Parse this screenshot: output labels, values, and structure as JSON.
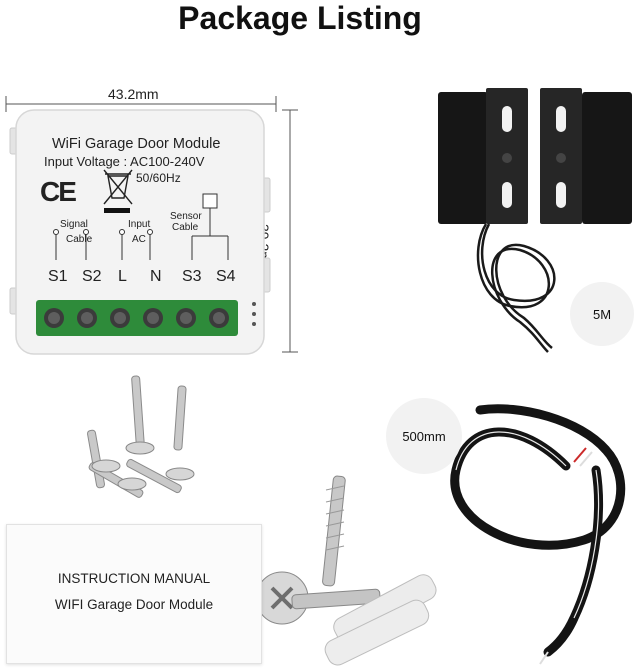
{
  "title": "Package Listing",
  "dimensions": {
    "width": "43.2mm",
    "height": "39.2mm"
  },
  "module": {
    "title": "WiFi Garage Door Module",
    "input_voltage": "Input Voltage : AC100-240V",
    "frequency": "50/60Hz",
    "label_signal": "Signal",
    "label_cable": "Cable",
    "label_input": "Input",
    "label_ac": "AC",
    "label_sensor": "Sensor",
    "label_sensor_cable": "Cable",
    "terminals": [
      "S1",
      "S2",
      "L",
      "N",
      "S3",
      "S4"
    ],
    "ce_mark": "CE"
  },
  "sensor_cable_length": "5M",
  "cable_length": "500mm",
  "manual": {
    "line1": "INSTRUCTION MANUAL",
    "line2": "WIFI Garage Door Module"
  },
  "colors": {
    "terminal_green": "#2e8b3a",
    "module_body": "#f3f3f3",
    "sensor_black": "#1b1b1b"
  }
}
